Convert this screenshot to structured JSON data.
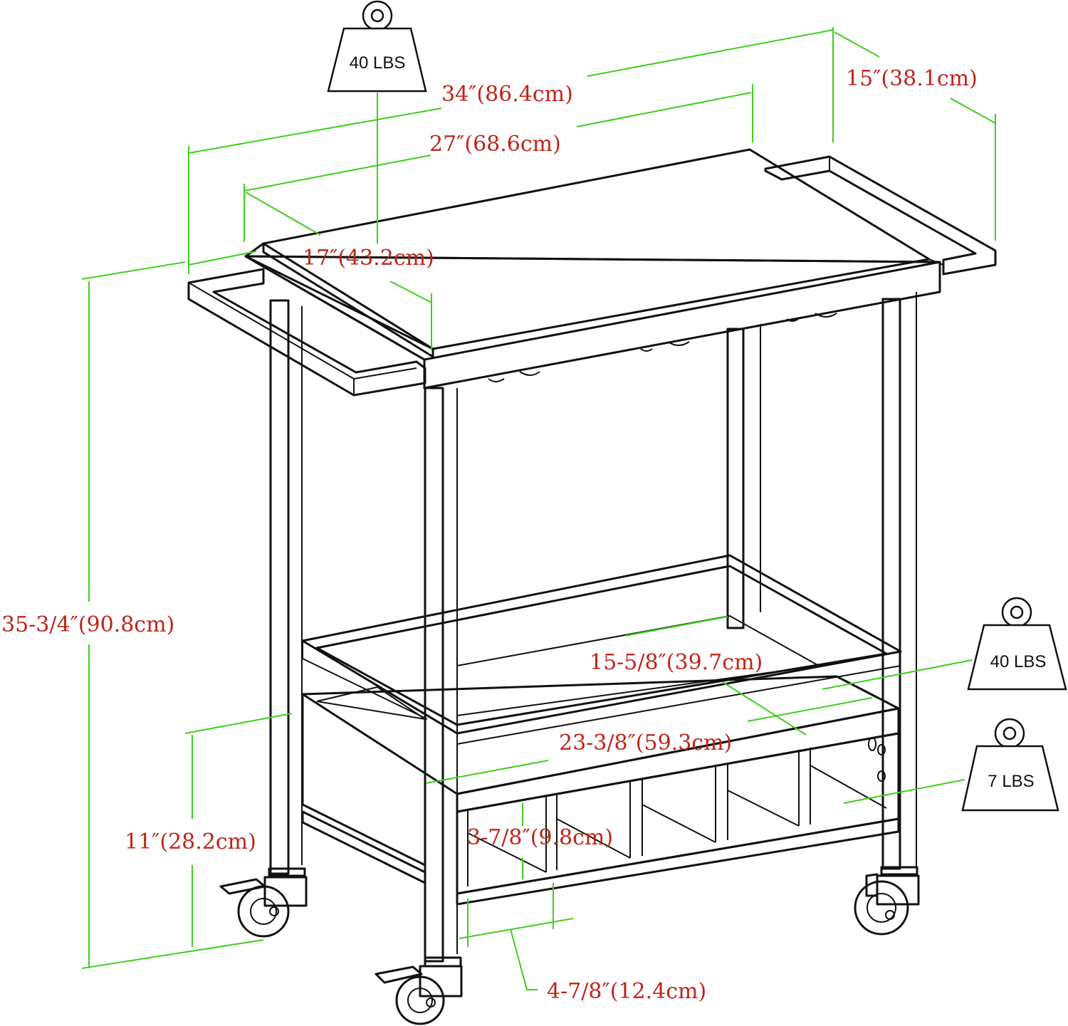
{
  "dimensions": {
    "overall_width": "34″(86.4cm)",
    "top_width": "27″(68.6cm)",
    "overall_depth": "15″(38.1cm)",
    "top_depth": "17″(43.2cm)",
    "overall_height": "35-3/4″(90.8cm)",
    "shelf_depth": "15-5/8″(39.7cm)",
    "shelf_width": "23-3/8″(59.3cm)",
    "shelf_height": "11″(28.2cm)",
    "cubby_height": "3-7/8″(9.8cm)",
    "cubby_width": "4-7/8″(12.4cm)"
  },
  "weights": {
    "top": "40 LBS",
    "shelf": "40 LBS",
    "wine_rack": "7 LBS"
  },
  "colors": {
    "dimension_line": "#3fcf1e",
    "dimension_text": "#c02418",
    "outline": "#111111"
  }
}
